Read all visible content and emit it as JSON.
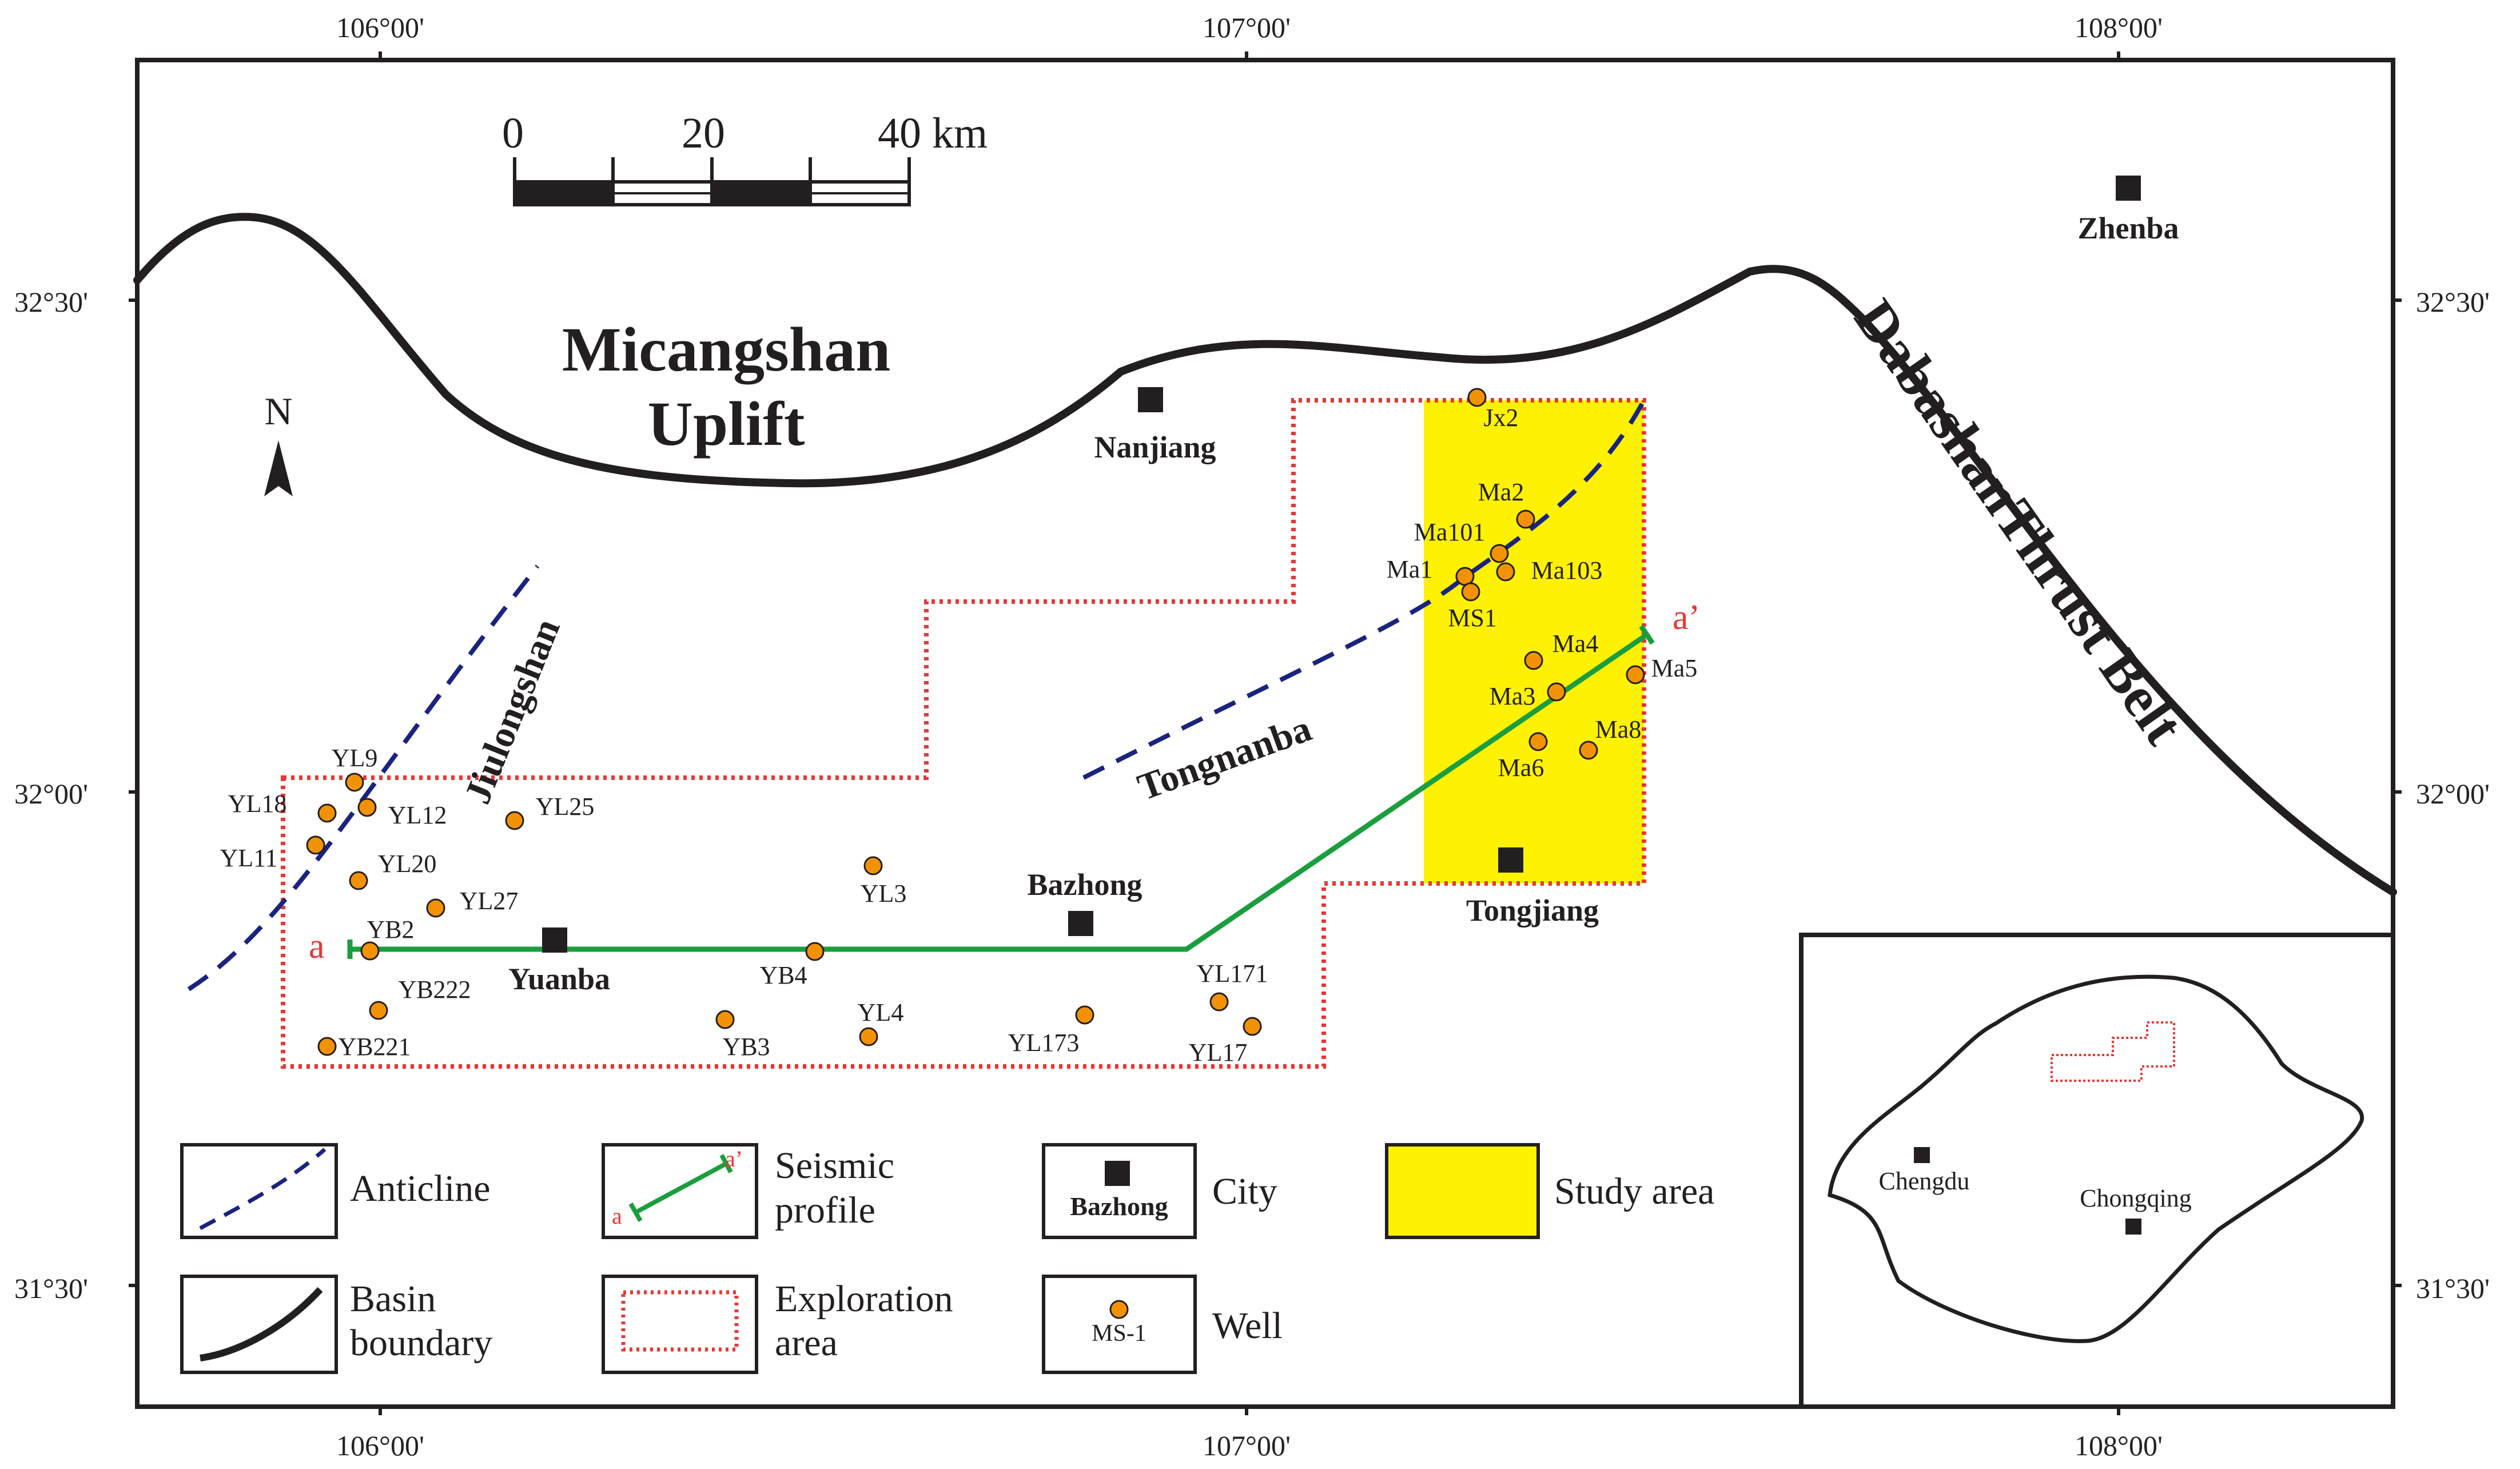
{
  "axis": {
    "top_lon": [
      "106°00'",
      "107°00'",
      "108°00'"
    ],
    "bottom_lon": [
      "106°00'",
      "107°00'",
      "108°00'"
    ],
    "left_lat": [
      "32°30'",
      "32°00'",
      "31°30'"
    ],
    "right_lat": [
      "32°30'",
      "32°00'",
      "31°30'"
    ]
  },
  "scale_bar": {
    "ticks": [
      "0",
      "20",
      "40 km"
    ]
  },
  "north_label": "N",
  "regions": {
    "micangshan_1": "Micangshan",
    "micangshan_2": "Uplift",
    "dabashan": "DabashanThrust Belt",
    "jiulongshan": "Jiulongshan",
    "tongnanba": "Tongnanba"
  },
  "cities": [
    "Zhenba",
    "Nanjiang",
    "Bazhong",
    "Yuanba",
    "Tongjiang"
  ],
  "profile_labels": {
    "start": "a",
    "end": "a’"
  },
  "wells": [
    "Jx2",
    "Ma2",
    "Ma101",
    "Ma1",
    "Ma103",
    "MS1",
    "Ma4",
    "Ma5",
    "Ma3",
    "Ma8",
    "Ma6",
    "YL9",
    "YL18",
    "YL12",
    "YL25",
    "YL11",
    "YL20",
    "YL27",
    "YL3",
    "YB2",
    "YB4",
    "YB222",
    "YL4",
    "YL171",
    "YB221",
    "YB3",
    "YL173",
    "YL17"
  ],
  "legend": {
    "anticline": "Anticline",
    "seismic_1": "Seismic",
    "seismic_2": "profile",
    "seismic_a": "a",
    "seismic_a2": "a’",
    "city_sample": "Bazhong",
    "city": "City",
    "study_area": "Study area",
    "basin_1": "Basin",
    "basin_2": "boundary",
    "exploration_1": "Exploration",
    "exploration_2": "area",
    "well_sample": "MS-1",
    "well": "Well"
  },
  "inset": {
    "chengdu": "Chengdu",
    "chongqing": "Chongqing"
  },
  "colors": {
    "basin": "#231f20",
    "anticline": "#1a237e",
    "exploration": "#e53935",
    "profile": "#1a9e3f",
    "study_area": "#fff200",
    "well": "#f39200"
  }
}
